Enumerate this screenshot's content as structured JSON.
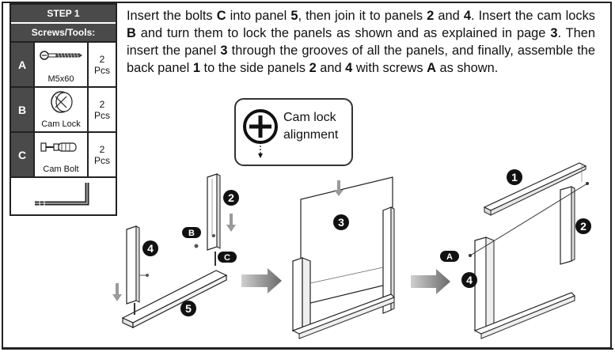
{
  "table": {
    "step": "STEP 1",
    "subheader": "Screws/Tools:",
    "rows": [
      {
        "letter": "A",
        "name": "M5x60",
        "qty_num": "2",
        "qty_unit": "Pcs",
        "icon": "screw-icon"
      },
      {
        "letter": "B",
        "name": "Cam Lock",
        "qty_num": "2",
        "qty_unit": "Pcs",
        "icon": "cam-lock-icon"
      },
      {
        "letter": "C",
        "name": "Cam Bolt",
        "qty_num": "2",
        "qty_unit": "Pcs",
        "icon": "cam-bolt-icon"
      }
    ],
    "tool_icon": "allen-key-icon"
  },
  "instructions": {
    "t1": "Insert the bolts ",
    "b1": "C",
    "t2": " into panel ",
    "b2": "5",
    "t3": ", then join it to panels ",
    "b3": "2",
    "t4": " and ",
    "b4": "4",
    "t5": ". Insert the cam locks ",
    "b5": "B",
    "t6": " and turn them to lock the panels as shown and as explained in page ",
    "b6": "3",
    "t7": ". Then insert the panel ",
    "b7": "3",
    "t8": " through the grooves of all the panels, and finally, assemble the back panel ",
    "b8": "1",
    "t9": " to the side panels ",
    "b9": "2",
    "t10": " and ",
    "b10": "4",
    "t11": " with screws ",
    "b11": "A",
    "t12": " as shown."
  },
  "callout": {
    "line1": "Cam lock",
    "line2": "alignment",
    "icon": "cam-lock-alignment-icon"
  },
  "diagram": {
    "labels": {
      "p1": "1",
      "p2a": "2",
      "p2b": "2",
      "p3": "3",
      "p4a": "4",
      "p4b": "4",
      "p5": "5",
      "a": "A",
      "b": "B",
      "c": "C"
    },
    "arrow_icon": "step-arrow-icon"
  }
}
